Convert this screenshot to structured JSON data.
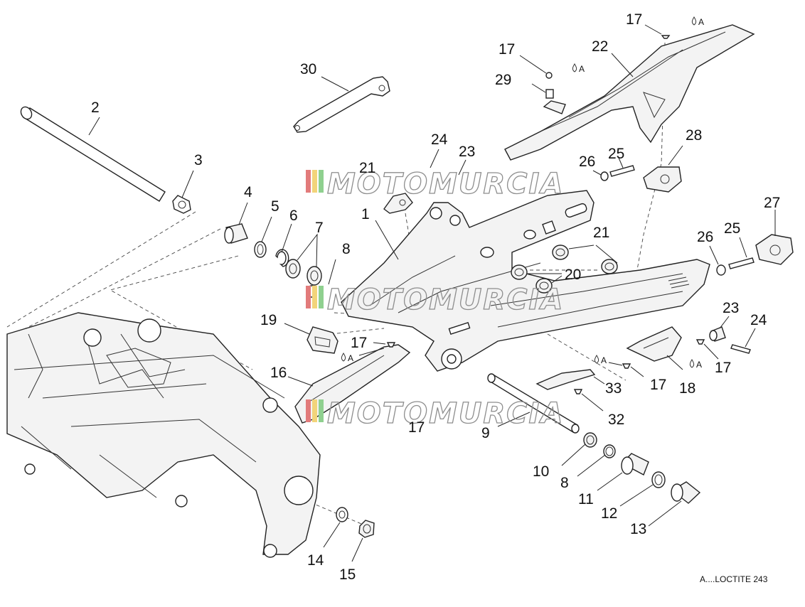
{
  "diagram": {
    "note": "A....LOCTITE 243",
    "loctite_symbol": "A",
    "watermark": "MOTOMURCIA",
    "callouts": {
      "c2": "2",
      "c3": "3",
      "c4": "4",
      "c5": "5",
      "c6": "6",
      "c7": "7",
      "c8": "8",
      "c8b": "8",
      "c9": "9",
      "c10": "10",
      "c11": "11",
      "c12": "12",
      "c13": "13",
      "c14": "14",
      "c15": "15",
      "c16": "16",
      "c17a": "17",
      "c17b": "17",
      "c17c": "17",
      "c17d": "17",
      "c17e": "17",
      "c17f": "17",
      "c18": "18",
      "c19": "19",
      "c20": "20",
      "c21a": "21",
      "c21b": "21",
      "c22": "22",
      "c23a": "23",
      "c23b": "23",
      "c24a": "24",
      "c24b": "24",
      "c25a": "25",
      "c25b": "25",
      "c26a": "26",
      "c26b": "26",
      "c27": "27",
      "c28": "28",
      "c29": "29",
      "c30": "30",
      "c32": "32",
      "c33": "33",
      "c1": "1"
    }
  }
}
